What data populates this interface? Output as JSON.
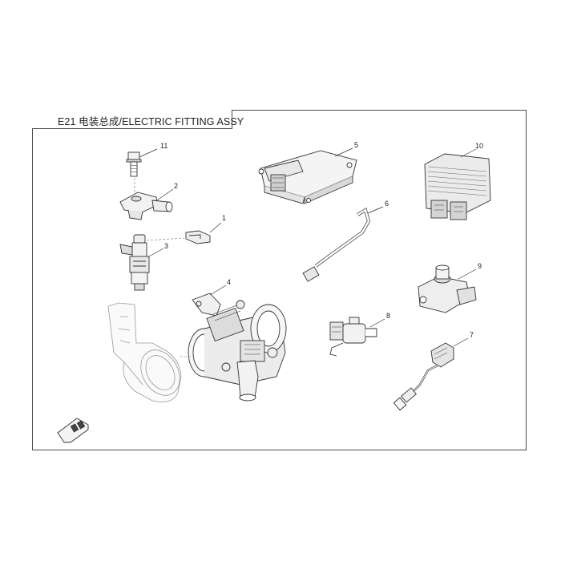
{
  "header": {
    "title": "E21 电装总成/ELECTRIC FITTING ASSY"
  },
  "callouts": [
    "1",
    "2",
    "3",
    "4",
    "5",
    "6",
    "7",
    "8",
    "9",
    "10",
    "11"
  ],
  "parts": [
    {
      "icon": "bolt-icon"
    },
    {
      "icon": "injector-cap-icon"
    },
    {
      "icon": "fuel-injector-icon"
    },
    {
      "icon": "clip-icon"
    },
    {
      "icon": "throttle-body-icon"
    },
    {
      "icon": "ecu-icon"
    },
    {
      "icon": "spark-plug-wire-icon"
    },
    {
      "icon": "voltage-regulator-icon"
    },
    {
      "icon": "sensor-icon"
    },
    {
      "icon": "solenoid-valve-icon"
    },
    {
      "icon": "oxygen-sensor-icon"
    },
    {
      "icon": "intake-pipe-icon"
    },
    {
      "icon": "direction-arrow-icon"
    }
  ],
  "colors": {
    "line": "#333333",
    "fill": "#f2f2f2",
    "shade": "#bdbdbd"
  }
}
